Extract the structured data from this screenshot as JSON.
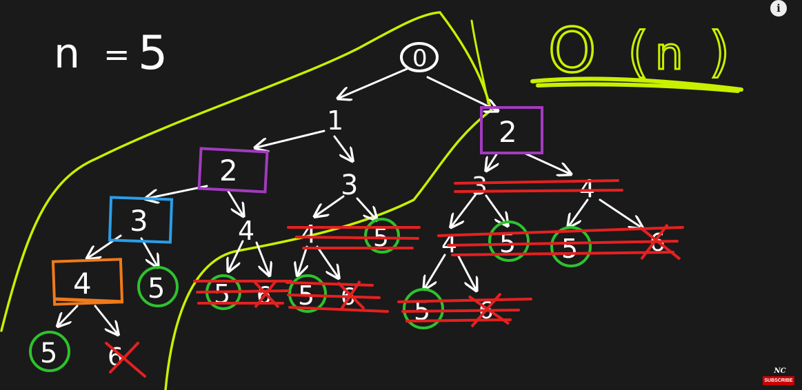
{
  "problem": {
    "n_label": "n",
    "equals": "=",
    "n_value": "5"
  },
  "complexity": {
    "big_o": "O",
    "open_paren": "(",
    "var": "n",
    "close_paren": ")"
  },
  "tree_nodes": [
    {
      "id": "root",
      "label": "0",
      "style": "oval"
    },
    {
      "id": "l1",
      "label": "1",
      "style": "plain"
    },
    {
      "id": "r2",
      "label": "2",
      "style": "box-purple"
    },
    {
      "id": "l1-2",
      "label": "2",
      "style": "box-purple"
    },
    {
      "id": "l1-3",
      "label": "3",
      "style": "plain"
    },
    {
      "id": "l1-2-3",
      "label": "3",
      "style": "box-blue"
    },
    {
      "id": "l1-2-4",
      "label": "4",
      "style": "plain"
    },
    {
      "id": "l1-2-3-4",
      "label": "4",
      "style": "box-orange"
    },
    {
      "id": "l1-2-3-5",
      "label": "5",
      "style": "circle-green"
    },
    {
      "id": "l1-2-3-4-5",
      "label": "5",
      "style": "circle-green"
    },
    {
      "id": "l1-2-3-4-6",
      "label": "6",
      "style": "crossed"
    },
    {
      "id": "l1-2-4-5",
      "label": "5",
      "style": "circle-green-struck"
    },
    {
      "id": "l1-2-4-6",
      "label": "6",
      "style": "crossed-struck"
    },
    {
      "id": "l1-3-4",
      "label": "4",
      "style": "struck"
    },
    {
      "id": "l1-3-5",
      "label": "5",
      "style": "circle-green-struck"
    },
    {
      "id": "l1-3-4-5",
      "label": "5",
      "style": "circle-green-struck"
    },
    {
      "id": "l1-3-4-6",
      "label": "6",
      "style": "crossed-struck"
    },
    {
      "id": "r2-3",
      "label": "3",
      "style": "struck"
    },
    {
      "id": "r2-4",
      "label": "4",
      "style": "struck"
    },
    {
      "id": "r2-3-4",
      "label": "4",
      "style": "struck"
    },
    {
      "id": "r2-3-5",
      "label": "5",
      "style": "circle-green-struck"
    },
    {
      "id": "r2-4-5",
      "label": "5",
      "style": "circle-green-struck"
    },
    {
      "id": "r2-4-6",
      "label": "6",
      "style": "crossed-struck"
    },
    {
      "id": "r2-3-4-5",
      "label": "5",
      "style": "circle-green-struck"
    },
    {
      "id": "r2-3-4-6",
      "label": "6",
      "style": "crossed-struck"
    }
  ],
  "colors": {
    "background": "#1a1a1a",
    "chalk": "#ffffff",
    "highlight": "#c8f000",
    "box_purple": "#a33ac0",
    "box_blue": "#2a9ee8",
    "box_orange": "#f07a1a",
    "circle_green": "#2ec22e",
    "strike_red": "#e62020"
  },
  "overlay": {
    "info": "i",
    "channel_logo": "NC",
    "subscribe": "SUBSCRIBE"
  }
}
